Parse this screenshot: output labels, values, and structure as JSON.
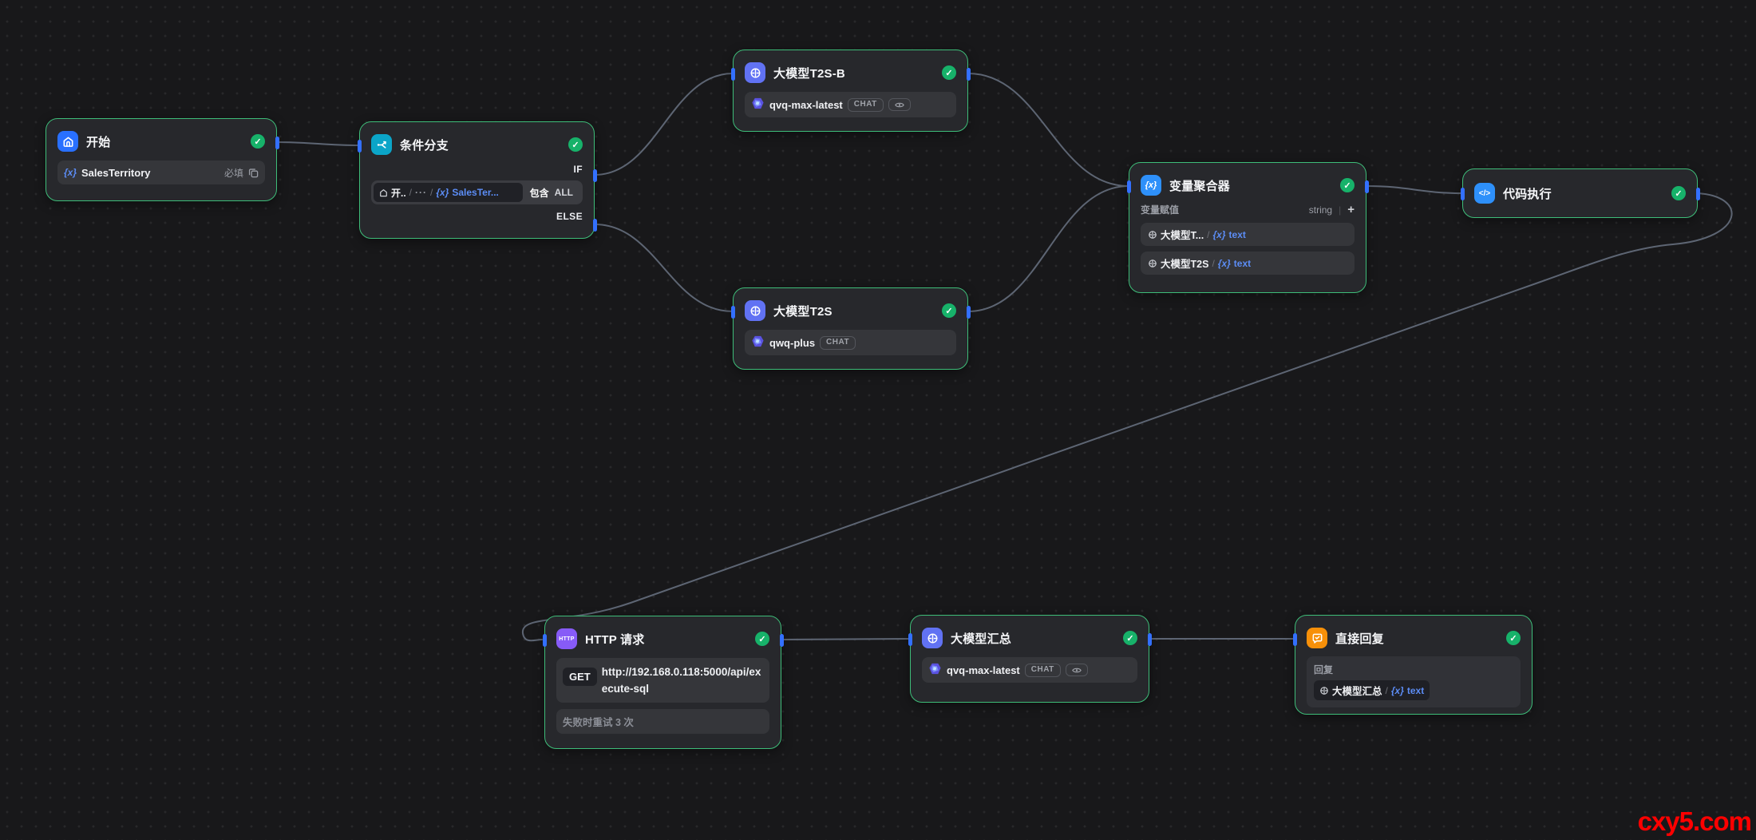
{
  "canvas": {
    "watermark": "cxy5.com"
  },
  "tokens": {
    "fx": "{x}",
    "slash": "/",
    "ellipsis": "···"
  },
  "nodes": {
    "start": {
      "title": "开始",
      "field": {
        "name": "SalesTerritory",
        "required_label": "必填"
      }
    },
    "if_else": {
      "title": "条件分支",
      "if_label": "IF",
      "else_label": "ELSE",
      "condition": {
        "source_node": "开..",
        "variable": "SalesTer...",
        "operator": "包含",
        "logic": "ALL"
      }
    },
    "llm_t2s_b": {
      "title": "大模型T2S-B",
      "model": "qvq-max-latest",
      "mode": "CHAT"
    },
    "llm_t2s": {
      "title": "大模型T2S",
      "model": "qwq-plus",
      "mode": "CHAT"
    },
    "aggregator": {
      "title": "变量聚合器",
      "section_label": "变量赋值",
      "type_label": "string",
      "add_label": "+",
      "rows": [
        {
          "source": "大模型T...",
          "variable": "text"
        },
        {
          "source": "大模型T2S",
          "variable": "text"
        }
      ]
    },
    "code": {
      "title": "代码执行"
    },
    "http": {
      "title": "HTTP 请求",
      "method": "GET",
      "url": "http://192.168.0.118:5000/api/execute-sql",
      "retry_label": "失败时重试 3 次"
    },
    "llm_sum": {
      "title": "大模型汇总",
      "model": "qvq-max-latest",
      "mode": "CHAT"
    },
    "answer": {
      "title": "直接回复",
      "section_label": "回复",
      "ref": {
        "source": "大模型汇总",
        "variable": "text"
      }
    }
  }
}
